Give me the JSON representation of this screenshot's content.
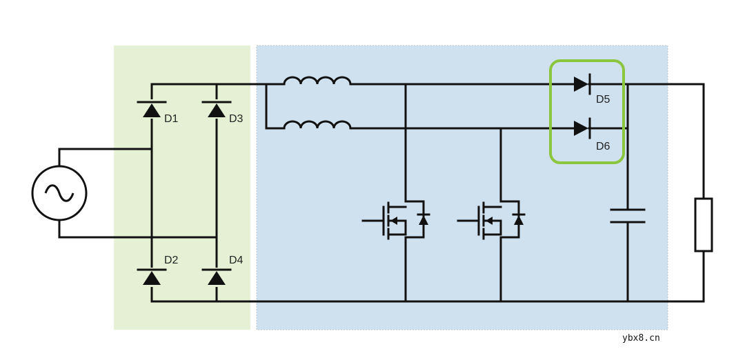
{
  "colors": {
    "rectifier_bg": "#e6f0d4",
    "pfc_bg": "#cfe0ee",
    "highlight": "#8cc63f",
    "wire": "#111111"
  },
  "labels": {
    "d1": "D1",
    "d2": "D2",
    "d3": "D3",
    "d4": "D4",
    "d5": "D5",
    "d6": "D6"
  },
  "watermark": "ybx8.cn"
}
